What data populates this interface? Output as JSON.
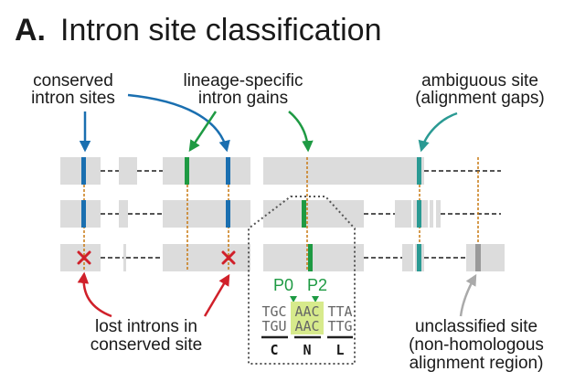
{
  "title": {
    "letter": "A.",
    "text": "Intron site classification"
  },
  "labels": {
    "conserved": [
      "conserved",
      "intron sites"
    ],
    "lineage": [
      "lineage-specific",
      "intron gains"
    ],
    "ambiguous": [
      "ambiguous site",
      "(alignment gaps)"
    ],
    "lost": [
      "lost introns in",
      "conserved site"
    ],
    "unclassified": [
      "unclassified site",
      "(non-homologous",
      "alignment region)"
    ]
  },
  "inset": {
    "phase_labels": [
      "P0",
      "P2"
    ],
    "seq1": [
      "TGC",
      "AAC",
      "TTA"
    ],
    "seq2": [
      "TGU",
      "AAC",
      "TTG"
    ],
    "codons": [
      "C",
      "N",
      "L"
    ]
  },
  "colors": {
    "conserved": "#1a6fb0",
    "lineage": "#1e9a43",
    "ambiguous": "#2a9a93",
    "lost": "#d0202a",
    "unclassified": "#9a9a9a",
    "site_line": "#c87a14",
    "exon": "#dcdcdc",
    "highlight": "#d7ea8c"
  }
}
